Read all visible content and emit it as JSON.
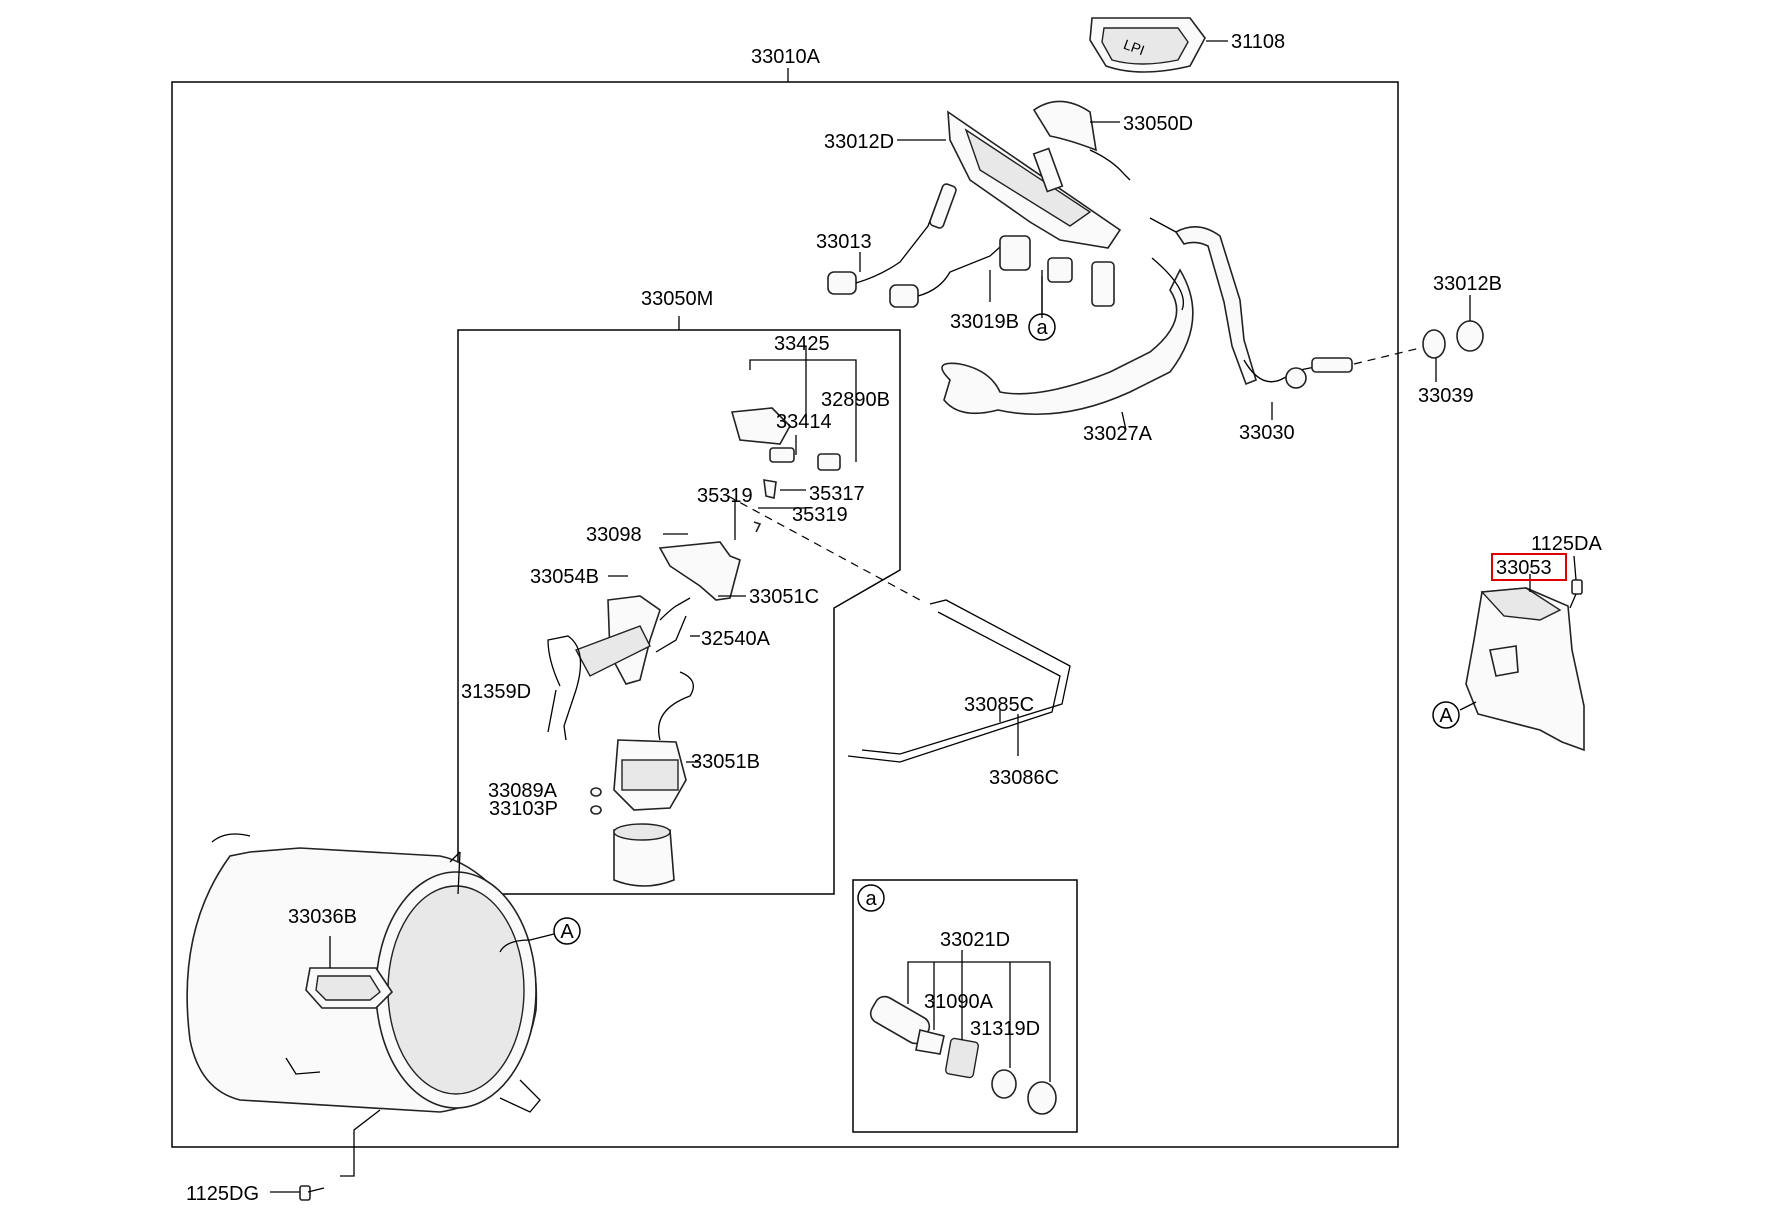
{
  "diagram": {
    "labels": {
      "p31108": "31108",
      "p33010A": "33010A",
      "p33050D": "33050D",
      "p33012D": "33012D",
      "p33013": "33013",
      "p33019B": "33019B",
      "p33012B": "33012B",
      "p33050M": "33050M",
      "p33425": "33425",
      "p32890B": "32890B",
      "p33414": "33414",
      "p33039": "33039",
      "p33027A": "33027A",
      "p33030": "33030",
      "p35319a": "35319",
      "p35317": "35317",
      "p35319b": "35319",
      "p33098": "33098",
      "p33054B": "33054B",
      "p33051C": "33051C",
      "p1125DA": "1125DA",
      "p33053": "33053",
      "p32540A": "32540A",
      "p31359D": "31359D",
      "p33085C": "33085C",
      "p33051B": "33051B",
      "p33086C": "33086C",
      "p33089A": "33089A",
      "p33103P": "33103P",
      "p33036B": "33036B",
      "p33021D": "33021D",
      "p31090A": "31090A",
      "p31319D": "31319D",
      "p1125DG": "1125DG"
    },
    "callouts": {
      "a_main": "a",
      "a_box": "a",
      "A_tank": "A",
      "A_shield": "A"
    },
    "highlight_color": "#e00000"
  }
}
